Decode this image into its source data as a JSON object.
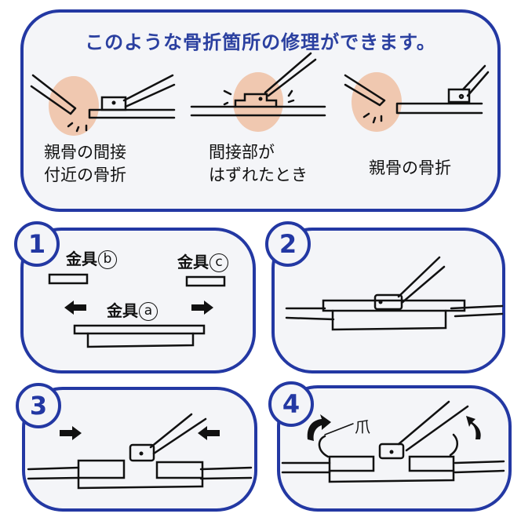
{
  "title": "このような骨折箇所の修理ができます。",
  "cases": [
    {
      "line1": "親骨の間接",
      "line2": "付近の骨折"
    },
    {
      "line1": "間接部が",
      "line2": "はずれたとき"
    },
    {
      "line1": "親骨の骨折",
      "line2": ""
    }
  ],
  "steps": [
    {
      "number": "1",
      "parts": [
        {
          "name": "金具",
          "mark": "b"
        },
        {
          "name": "金具",
          "mark": "c"
        },
        {
          "name": "金具",
          "mark": "a"
        }
      ]
    },
    {
      "number": "2"
    },
    {
      "number": "3"
    },
    {
      "number": "4",
      "callout": "爪"
    }
  ],
  "colors": {
    "border": "#2338a3",
    "highlight": "#f0c8b0",
    "panel_bg": "#f4f5f8"
  }
}
